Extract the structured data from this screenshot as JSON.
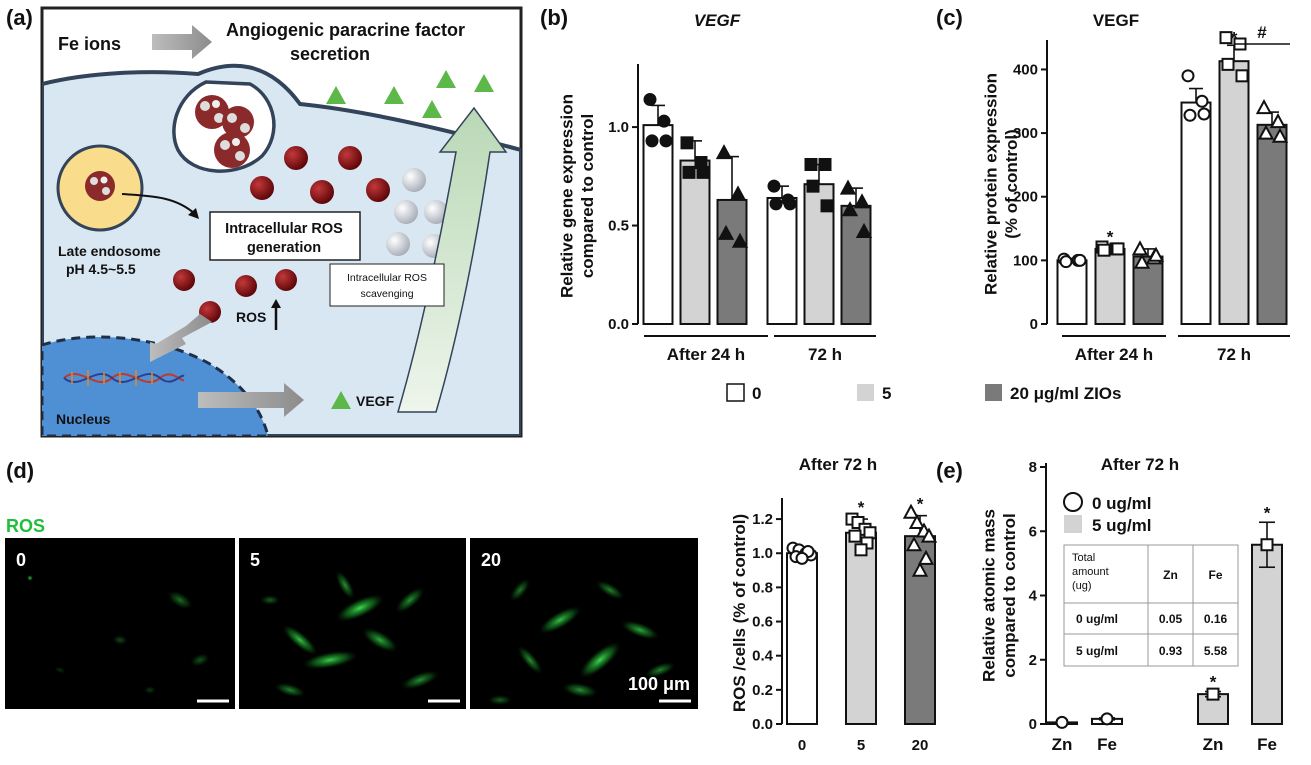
{
  "panel_labels": {
    "a": "(a)",
    "b": "(b)",
    "c": "(c)",
    "d": "(d)",
    "e": "(e)"
  },
  "schematic": {
    "top_left": "Fe ions",
    "top_right_line1": "Angiogenic paracrine factor",
    "top_right_line2": "secretion",
    "ros_gen_line1": "Intracellular  ROS",
    "ros_gen_line2": "generation",
    "endosome_line1": "Late endosome",
    "endosome_line2": "pH 4.5~5.5",
    "scavenge_line1": "Intracellular ROS",
    "scavenge_line2": "scavenging",
    "ros": "ROS",
    "nucleus": "Nucleus",
    "vegf": "VEGF"
  },
  "legend_bc": {
    "l0": "0",
    "l5": "5",
    "l20": "20 μg/ml ZIOs"
  },
  "micrographs": {
    "channel": "ROS",
    "labels": [
      "0",
      "5",
      "20"
    ],
    "scale": "100 μm"
  },
  "table_e": {
    "header": [
      "Total\namount\n(ug)",
      "Zn",
      "Fe"
    ],
    "rows": [
      [
        "0 ug/ml",
        "0.05",
        "0.16"
      ],
      [
        "5 ug/ml",
        "0.93",
        "5.58"
      ]
    ]
  },
  "chart_data": [
    {
      "id": "b",
      "type": "bar",
      "title": "VEGF",
      "ylabel": "Relative gene expression compared to control",
      "ylim": [
        0,
        1.3
      ],
      "yticks": [
        "0.0",
        "0.5",
        "1.0"
      ],
      "groups": [
        "After 24 h",
        "72 h"
      ],
      "bars": [
        {
          "group": 0,
          "level": "0",
          "value": 1.01,
          "err": 0.1,
          "points": [
            1.14,
            1.03,
            0.93,
            0.93
          ]
        },
        {
          "group": 0,
          "level": "5",
          "value": 0.83,
          "err": 0.1,
          "points": [
            0.92,
            0.82,
            0.77,
            0.77
          ]
        },
        {
          "group": 0,
          "level": "20",
          "value": 0.63,
          "err": 0.22,
          "points": [
            0.87,
            0.66,
            0.46,
            0.42
          ]
        },
        {
          "group": 1,
          "level": "0",
          "value": 0.64,
          "err": 0.06,
          "points": [
            0.7,
            0.63,
            0.61,
            0.61
          ]
        },
        {
          "group": 1,
          "level": "5",
          "value": 0.71,
          "err": 0.1,
          "points": [
            0.81,
            0.81,
            0.7,
            0.6
          ]
        },
        {
          "group": 1,
          "level": "20",
          "value": 0.6,
          "err": 0.09,
          "points": [
            0.69,
            0.62,
            0.58,
            0.47
          ]
        }
      ]
    },
    {
      "id": "c",
      "type": "bar",
      "title": "VEGF",
      "ylabel": "Relative protein expression (% of control)",
      "ylim": [
        0,
        440
      ],
      "yticks": [
        "0",
        "100",
        "200",
        "300",
        "400"
      ],
      "groups": [
        "After 24 h",
        "72 h"
      ],
      "annotations": [
        "*",
        "*",
        "#"
      ],
      "bars": [
        {
          "group": 0,
          "level": "0",
          "value": 100,
          "err": 3,
          "points": [
            102,
            100,
            98,
            100
          ]
        },
        {
          "group": 0,
          "level": "5",
          "value": 118,
          "err": 4,
          "points": [
            121,
            118,
            116,
            118
          ]
        },
        {
          "group": 0,
          "level": "20",
          "value": 106,
          "err": 12,
          "points": [
            118,
            104,
            97,
            108
          ]
        },
        {
          "group": 1,
          "level": "0",
          "value": 348,
          "err": 22,
          "points": [
            390,
            350,
            328,
            330
          ]
        },
        {
          "group": 1,
          "level": "5",
          "value": 413,
          "err": 25,
          "points": [
            450,
            440,
            408,
            390
          ]
        },
        {
          "group": 1,
          "level": "20",
          "value": 313,
          "err": 20,
          "points": [
            340,
            318,
            300,
            295
          ]
        }
      ]
    },
    {
      "id": "d",
      "type": "bar",
      "title": "After 72 h",
      "ylabel": "ROS /cells (% of control)",
      "ylim": [
        0,
        1.3
      ],
      "yticks": [
        "0.0",
        "0.2",
        "0.4",
        "0.6",
        "0.8",
        "1.0",
        "1.2"
      ],
      "categories": [
        "0",
        "5",
        "20"
      ],
      "annotations": [
        "*",
        "*"
      ],
      "bars": [
        {
          "level": "0",
          "value": 1.0,
          "err": 0.03,
          "points": [
            1.03,
            1.02,
            1.0,
            0.99,
            0.98,
            1.01,
            0.97
          ]
        },
        {
          "level": "5",
          "value": 1.12,
          "err": 0.08,
          "points": [
            1.2,
            1.18,
            1.14,
            1.12,
            1.1,
            1.06,
            1.02
          ]
        },
        {
          "level": "20",
          "value": 1.1,
          "err": 0.12,
          "points": [
            1.24,
            1.18,
            1.13,
            1.1,
            1.05,
            0.97,
            0.9
          ]
        }
      ]
    },
    {
      "id": "e",
      "type": "bar",
      "title": "After 72 h",
      "ylabel": "Relative atomic mass compared to control",
      "ylim": [
        0,
        8
      ],
      "yticks": [
        "0",
        "2",
        "4",
        "6",
        "8"
      ],
      "categories": [
        "Zn",
        "Fe",
        "Zn",
        "Fe"
      ],
      "series": [
        {
          "name": "0 ug/ml"
        },
        {
          "name": "5 ug/ml"
        }
      ],
      "annotations": [
        "*",
        "*"
      ],
      "bars": [
        {
          "series": 0,
          "value": 0.05,
          "err": 0.0
        },
        {
          "series": 0,
          "value": 0.16,
          "err": 0.03
        },
        {
          "series": 1,
          "value": 0.93,
          "err": 0.08
        },
        {
          "series": 1,
          "value": 5.58,
          "err": 0.7
        }
      ]
    }
  ],
  "colors": {
    "c0": "#ffffff",
    "c5": "#d3d3d3",
    "c20": "#7a7a7a",
    "cell": "#d9e7f3",
    "nucleus": "#4f8fd4",
    "endosome": "#f9dc8c",
    "ros": "#8b0c10",
    "scav": "#c4c8d0",
    "vegf": "#5db84a",
    "green": "#1fbf3a"
  }
}
